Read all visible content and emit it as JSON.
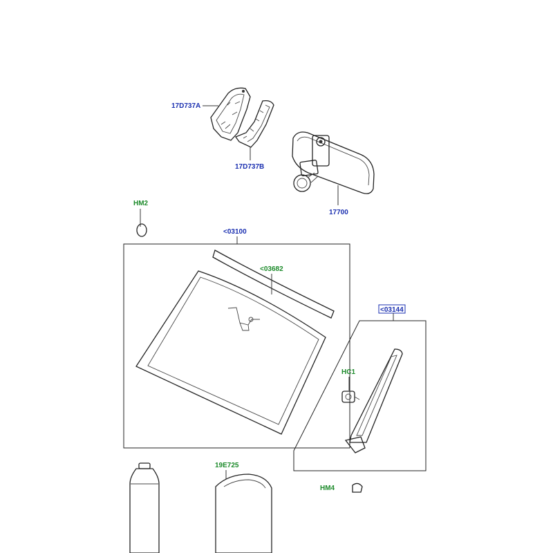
{
  "diagram": {
    "labels": {
      "mirror_cover_a": "17D737A",
      "mirror_cover_b": "17D737B",
      "mirror": "17700",
      "hm2": "HM2",
      "windscreen": "<03100",
      "moulding": "<03682",
      "quarter_glass": "<03144",
      "hc1": "HC1",
      "sealant_kit": "19E725",
      "hm4": "HM4"
    },
    "colors": {
      "blue_label": "#1a2fb0",
      "green_label": "#1c8a2a",
      "outline": "#222222"
    }
  }
}
